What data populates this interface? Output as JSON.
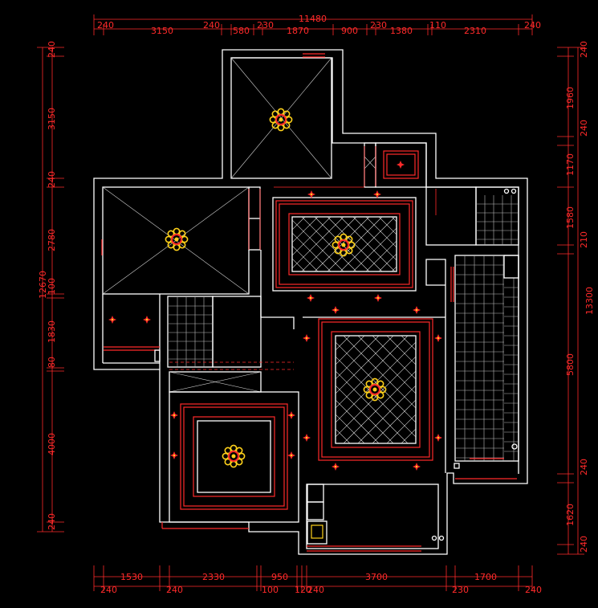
{
  "top_dims": {
    "total": "11480",
    "segments": [
      "240",
      "3150",
      "240",
      "580",
      "230",
      "1870",
      "900",
      "230",
      "1380",
      "110",
      "2310",
      "240"
    ]
  },
  "bottom_dims": {
    "row1": [
      "1530",
      "2330",
      "950",
      "3700",
      "1700"
    ],
    "row2": [
      "240",
      "240",
      "100",
      "120",
      "240",
      "230",
      "240"
    ]
  },
  "left_dims": {
    "total": "12670",
    "segments": [
      "240",
      "3150",
      "240",
      "2780",
      "100",
      "1830",
      "80",
      "4000",
      "240"
    ]
  },
  "right_dims": {
    "total": "13300",
    "segments": [
      "240",
      "1960",
      "240",
      "1170",
      "1580",
      "210",
      "5800",
      "240",
      "1620",
      "240"
    ]
  },
  "colors": {
    "background": "#000000",
    "wall": "#ffffff",
    "dimension": "#ff2a2a",
    "fixture": "#ff2a2a",
    "ornament": "#ffd21a"
  }
}
